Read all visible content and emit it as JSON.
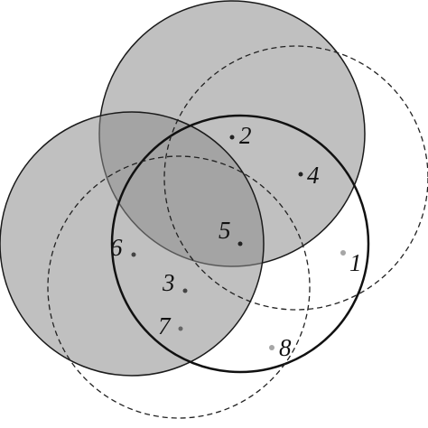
{
  "points": [
    {
      "label": "1",
      "color": "#a6a6a6"
    },
    {
      "label": "2",
      "color": "#222222"
    },
    {
      "label": "3",
      "color": "#444444"
    },
    {
      "label": "4",
      "color": "#222222"
    },
    {
      "label": "5",
      "color": "#222222"
    },
    {
      "label": "6",
      "color": "#444444"
    },
    {
      "label": "7",
      "color": "#666666"
    },
    {
      "label": "8",
      "color": "#a6a6a6"
    }
  ],
  "colors": {
    "shaded_fill": "#8c8c8c",
    "outline": "#1a1a1a"
  }
}
